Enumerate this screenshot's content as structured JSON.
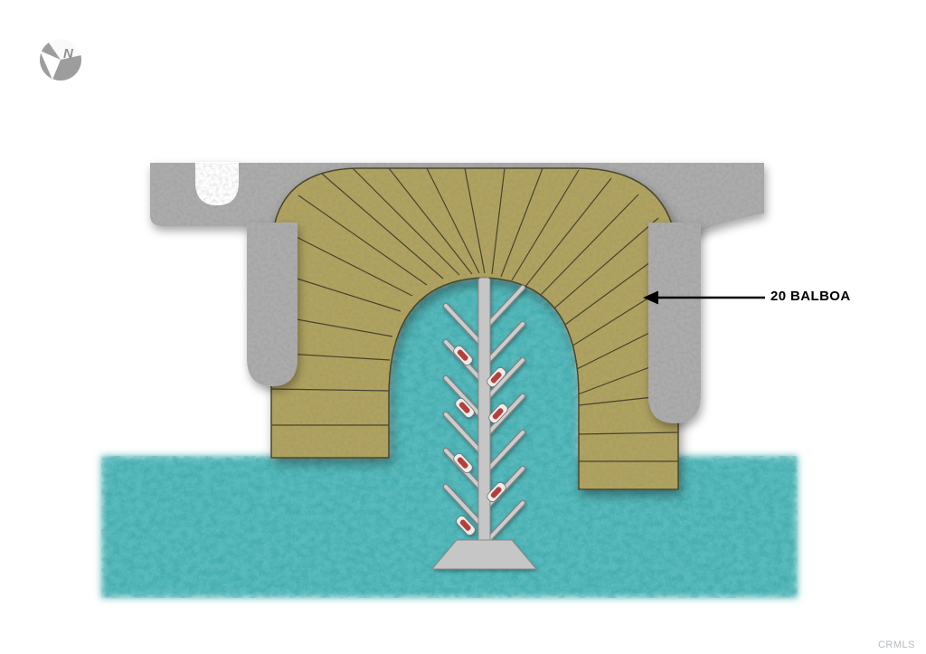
{
  "compass": {
    "letter": "N"
  },
  "annotation": {
    "label": "20 BALBOA"
  },
  "watermark": {
    "label": "CRMLS"
  },
  "colors": {
    "background": "#ffffff",
    "water": "#57b8ba",
    "lots": "#b0a35f",
    "lot_line": "#45412a",
    "land": "#acacac",
    "dock": "#c6c6c6",
    "arrow": "#000000",
    "label_text": "#000000",
    "watermark_text": "#b5bbc0",
    "compass": "#9d9d9d"
  }
}
